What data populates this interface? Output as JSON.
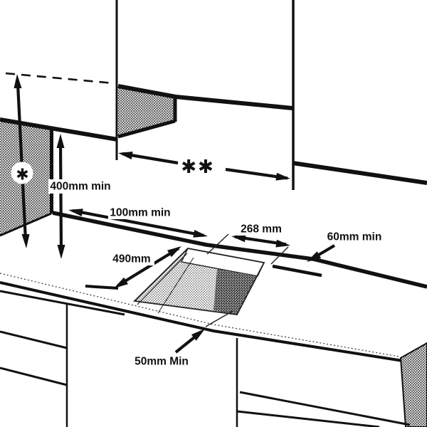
{
  "labels": {
    "hood_symbol": "✱",
    "hood_width_symbol": "✱✱",
    "backsplash_height": "400mm min",
    "left_clearance": "100mm min",
    "cutout_width": "268 mm",
    "rear_clearance": "60mm min",
    "cutout_depth": "490mm",
    "front_clearance": "50mm Min"
  }
}
